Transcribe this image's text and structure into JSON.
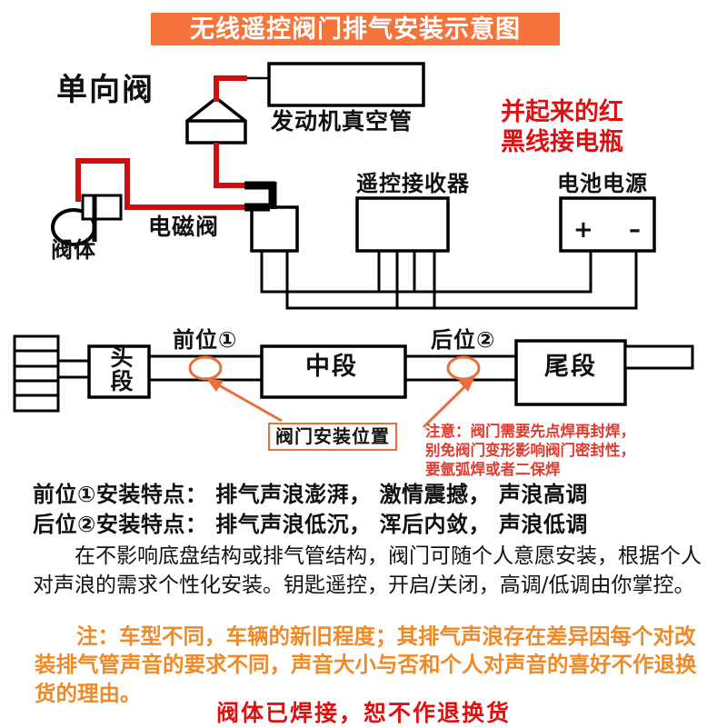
{
  "title": {
    "text": "无线遥控阀门排气安装示意图",
    "background_color": "#f4743b",
    "text_color": "#ffffff"
  },
  "wiring_diagram": {
    "labels": {
      "one_way_valve": "单向阀",
      "engine_vacuum_tube": "发动机真空管",
      "solenoid_valve": "电磁阀",
      "valve_body": "阀体",
      "remote_receiver": "遥控接收器",
      "battery_power": "电池电源",
      "battery_positive": "+",
      "battery_negative": "–"
    },
    "red_wire_note_line1": "并起来的红",
    "red_wire_note_line2": "黑线接电瓶",
    "red_wire_note_color": "#dd1111",
    "hose_color": "#cc1010",
    "port_color": "#000000"
  },
  "exhaust_diagram": {
    "position_front": "前位①",
    "position_rear": "后位②",
    "segment_head_line1": "头",
    "segment_head_line2": "段",
    "segment_middle": "中段",
    "segment_tail": "尾段",
    "valve_position_label": "阀门安装位置",
    "valve_marker_color": "#e8703a",
    "arrow_color": "#e8703a",
    "weld_note_line1": "注意：阀门需要先点焊再封焊，",
    "weld_note_line2": "别免阀门变形影响阀门密封性，",
    "weld_note_line3": "要氩弧焊或者二保焊",
    "weld_note_color": "#e23b2e"
  },
  "features": {
    "front_feature": "前位①安装特点： 排气声浪澎湃， 激情震撼， 声浪高调",
    "rear_feature": "后位②安装特点： 排气声浪低沉， 浑后内敛， 声浪低调"
  },
  "description": "在不影响底盘结构或排气管结构，阀门可随个人意愿安装，根据个人对声浪的需求个性化安装。钥匙遥控，开启/关闭，高调/低调由你掌控。",
  "notice_orange": "注：车型不同，车辆的新旧程度；其排气声浪存在差异因每个对改装排气管声音的要求不同，声音大小与否和个人对声音的喜好不作退换货的理由。",
  "notice_orange_color": "#ee8a28",
  "notice_red": "阀体已焊接，恕不作退换货",
  "notice_red_color": "#dd1111"
}
